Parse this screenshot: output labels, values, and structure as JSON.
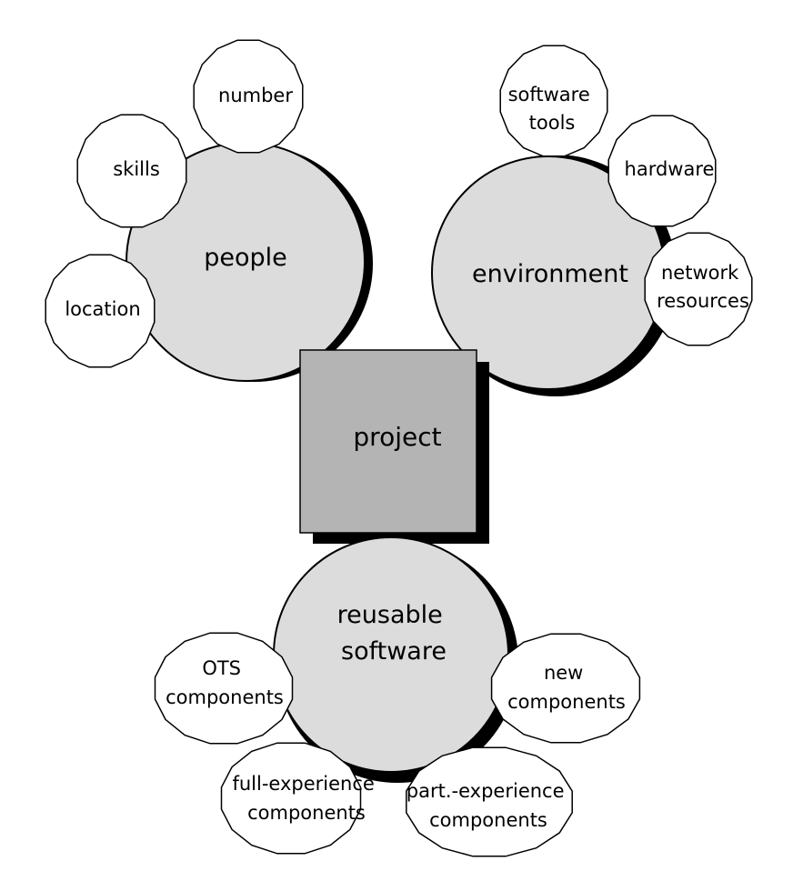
{
  "diagram": {
    "colors": {
      "major_fill": "#dcdcdc",
      "project_fill": "#b4b4b4",
      "minor_fill": "#ffffff",
      "shadow": "#000000",
      "stroke": "#000000"
    },
    "project": {
      "label": "project"
    },
    "people": {
      "label": "people",
      "items": {
        "number": "number",
        "skills": "skills",
        "location": "location"
      }
    },
    "environment": {
      "label": "environment",
      "items": {
        "software_tools": [
          "software",
          "tools"
        ],
        "hardware": "hardware",
        "network_resources": [
          "network",
          "resources"
        ]
      }
    },
    "reusable_software": {
      "label": [
        "reusable",
        "software"
      ],
      "items": {
        "ots_components": [
          "OTS",
          "components"
        ],
        "new_components": [
          "new",
          "components"
        ],
        "full_experience_components": [
          "full-experience",
          "components"
        ],
        "part_experience_components": [
          "part.-experience",
          "components"
        ]
      }
    }
  }
}
